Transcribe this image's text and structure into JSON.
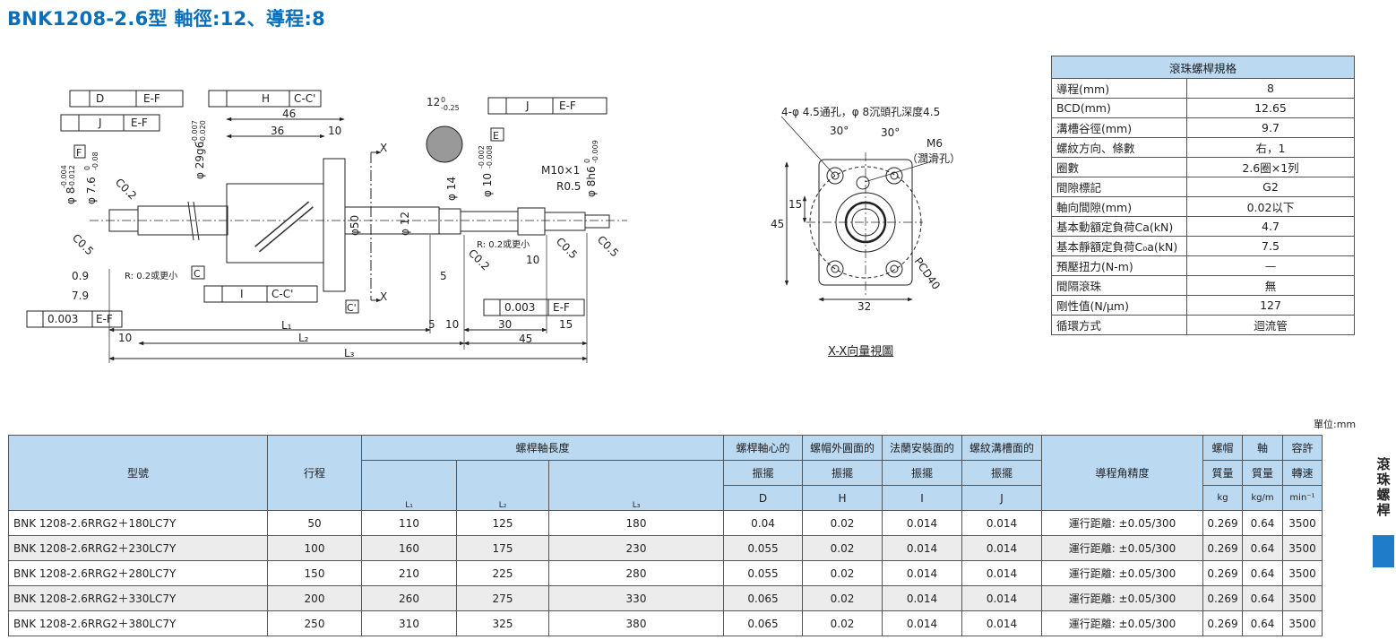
{
  "title": "BNK1208-2.6型 軸徑:12、導程:8",
  "drawing": {
    "gdt": {
      "d_frame": [
        "D",
        "E-F"
      ],
      "j_frame_left": [
        "J",
        "E-F"
      ],
      "h_frame": [
        "H",
        "C-C'"
      ],
      "i_frame": [
        "I",
        "C-C'"
      ],
      "j_frame_right": [
        "J",
        "E-F"
      ],
      "flat_left": [
        "0.003",
        "E-F"
      ],
      "flat_right": [
        "0.003",
        "E-F"
      ],
      "datum_f": "F",
      "datum_e": "E",
      "datum_c": "C",
      "datum_c2": "C'"
    },
    "dims": {
      "d46": "46",
      "d36": "36",
      "d10a": "10",
      "d12": "12",
      "tol12": "0\n-0.25",
      "d8": "φ 8",
      "tol8": "-0.004\n-0.012",
      "d76": "φ 7.6",
      "tol76": "0\n-0.08",
      "d29": "φ 29g6",
      "tol29": "-0.007\n-0.020",
      "c02a": "C0.2",
      "c05a": "C0.5",
      "d09": "0.9",
      "d79": "7.9",
      "r02a": "R: 0.2或更小",
      "phi50": "φ50",
      "phi12": "φ 12",
      "phi14": "φ 14",
      "phi10": "φ 10",
      "tol10": "-0.002\n-0.008",
      "m10": "M10×1",
      "r05": "R0.5",
      "phi8h6": "φ 8h6",
      "tol8h6": "0\n-0.009",
      "c02b": "C0.2",
      "c05b": "C0.5",
      "c05c": "C0.5",
      "r02b": "R: 0.2或更小",
      "d10b": "10",
      "d5a": "5",
      "l1": "L₁",
      "l2": "L₂",
      "l3": "L₃",
      "d10c": "10",
      "d5b": "5",
      "d10d": "10",
      "d30": "30",
      "d15a": "15",
      "d45a": "45",
      "x1": "X",
      "x2": "X"
    },
    "flange": {
      "holes": "4-φ 4.5通孔，φ 8沉頭孔深度4.5",
      "ang1": "30°",
      "ang2": "30°",
      "m6": "M6",
      "lube": "（潤滑孔）",
      "h15": "15",
      "h45": "45",
      "w32": "32",
      "pcd": "PCD40"
    },
    "caption": "X-X向量視圖"
  },
  "spec": {
    "header": "滾珠螺桿規格",
    "rows": [
      {
        "k": "導程(mm)",
        "v": "8"
      },
      {
        "k": "BCD(mm)",
        "v": "12.65"
      },
      {
        "k": "溝槽谷徑(mm)",
        "v": "9.7"
      },
      {
        "k": "螺紋方向、條數",
        "v": "右，1"
      },
      {
        "k": "圈數",
        "v": "2.6圈×1列"
      },
      {
        "k": "間隙標記",
        "v": "G2"
      },
      {
        "k": "軸向間隙(mm)",
        "v": "0.02以下"
      },
      {
        "k": "基本動額定負荷Ca(kN)",
        "v": "4.7"
      },
      {
        "k": "基本靜額定負荷C₀a(kN)",
        "v": "7.5"
      },
      {
        "k": "預壓扭力(N-m)",
        "v": "—"
      },
      {
        "k": "間隔滾珠",
        "v": "無"
      },
      {
        "k": "剛性值(N/μm)",
        "v": "127"
      },
      {
        "k": "循環方式",
        "v": "迴流管"
      }
    ]
  },
  "unit": "單位:mm",
  "table": {
    "h": {
      "model": "型號",
      "stroke": "行程",
      "length": "螺桿軸長度",
      "l1": "L₁",
      "l2": "L₂",
      "l3": "L₃",
      "d1": "螺桿軸心的",
      "d2": "振擺",
      "d3": "D",
      "h1": "螺帽外圓面的",
      "h2": "振擺",
      "h3": "H",
      "i1": "法蘭安裝面的",
      "i2": "振擺",
      "i3": "I",
      "j1": "螺紋溝槽面的",
      "j2": "振擺",
      "j3": "J",
      "lead": "導程角精度",
      "nm1": "螺帽",
      "nm2": "質量",
      "nm3": "kg",
      "sm1": "軸",
      "sm2": "質量",
      "sm3": "kg/m",
      "sp1": "容許",
      "sp2": "轉速",
      "sp3": "min⁻¹"
    },
    "rows": [
      [
        "BNK 1208-2.6RRG2＋180LC7Y",
        "50",
        "110",
        "125",
        "180",
        "0.04",
        "0.02",
        "0.014",
        "0.014",
        "運行距離: ±0.05/300",
        "0.269",
        "0.64",
        "3500"
      ],
      [
        "BNK 1208-2.6RRG2＋230LC7Y",
        "100",
        "160",
        "175",
        "230",
        "0.055",
        "0.02",
        "0.014",
        "0.014",
        "運行距離: ±0.05/300",
        "0.269",
        "0.64",
        "3500"
      ],
      [
        "BNK 1208-2.6RRG2＋280LC7Y",
        "150",
        "210",
        "225",
        "280",
        "0.055",
        "0.02",
        "0.014",
        "0.014",
        "運行距離: ±0.05/300",
        "0.269",
        "0.64",
        "3500"
      ],
      [
        "BNK 1208-2.6RRG2＋330LC7Y",
        "200",
        "260",
        "275",
        "330",
        "0.065",
        "0.02",
        "0.014",
        "0.014",
        "運行距離: ±0.05/300",
        "0.269",
        "0.64",
        "3500"
      ],
      [
        "BNK 1208-2.6RRG2＋380LC7Y",
        "250",
        "310",
        "325",
        "380",
        "0.065",
        "0.02",
        "0.014",
        "0.014",
        "運行距離: ±0.05/300",
        "0.269",
        "0.64",
        "3500"
      ]
    ]
  },
  "side": {
    "label": "滾珠螺桿",
    "accent": "#1f7cc9"
  }
}
